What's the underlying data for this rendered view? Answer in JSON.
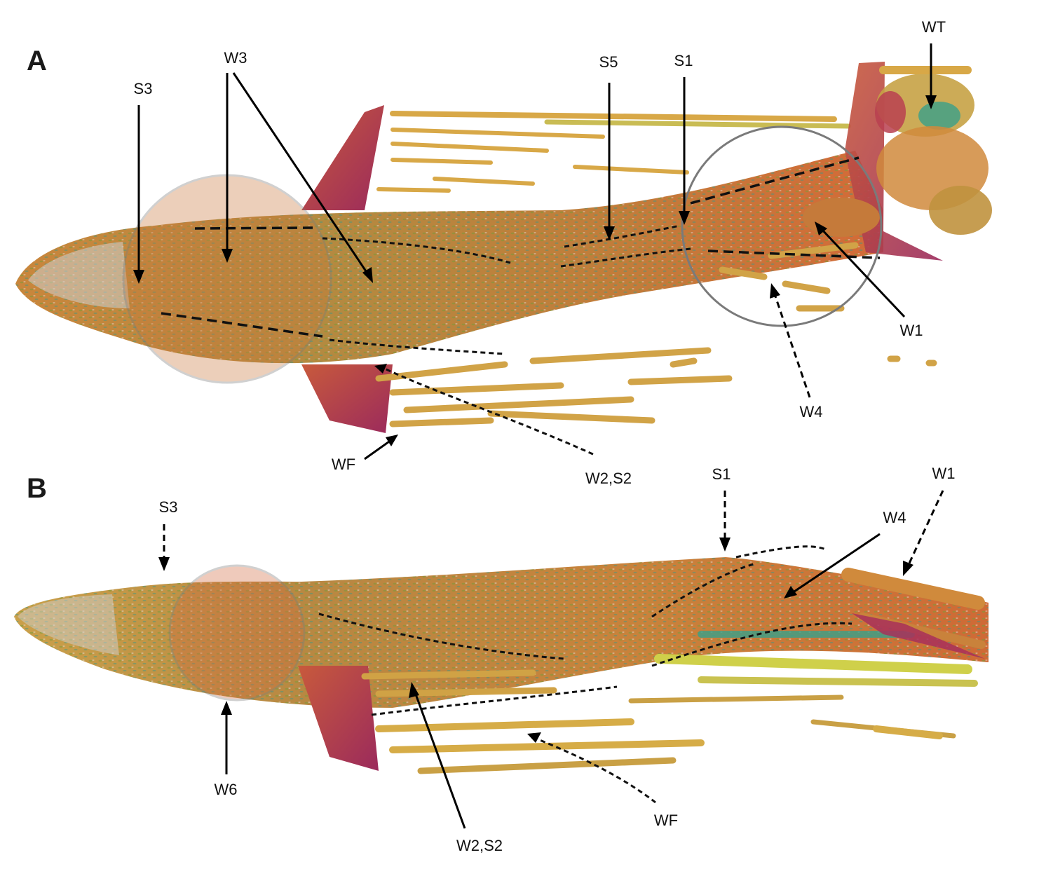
{
  "panels": {
    "a": {
      "letter": "A",
      "labels": {
        "s3": "S3",
        "w3": "W3",
        "s5": "S5",
        "s1": "S1",
        "wt": "WT",
        "w1": "W1",
        "w4": "W4",
        "wf": "WF",
        "w2s2": "W2,S2"
      }
    },
    "b": {
      "letter": "B",
      "labels": {
        "s3": "S3",
        "s1": "S1",
        "w1": "W1",
        "w4": "W4",
        "w6": "W6",
        "wf": "WF",
        "w2s2": "W2,S2"
      }
    }
  },
  "colors": {
    "body_orange": "#c8833a",
    "body_green": "#a9a24a",
    "fin_magenta": "#a8305a",
    "vortex_yellow": "#d6b04a",
    "vortex_teal": "#3aa08a",
    "skin_grey": "#d9d9d9"
  }
}
